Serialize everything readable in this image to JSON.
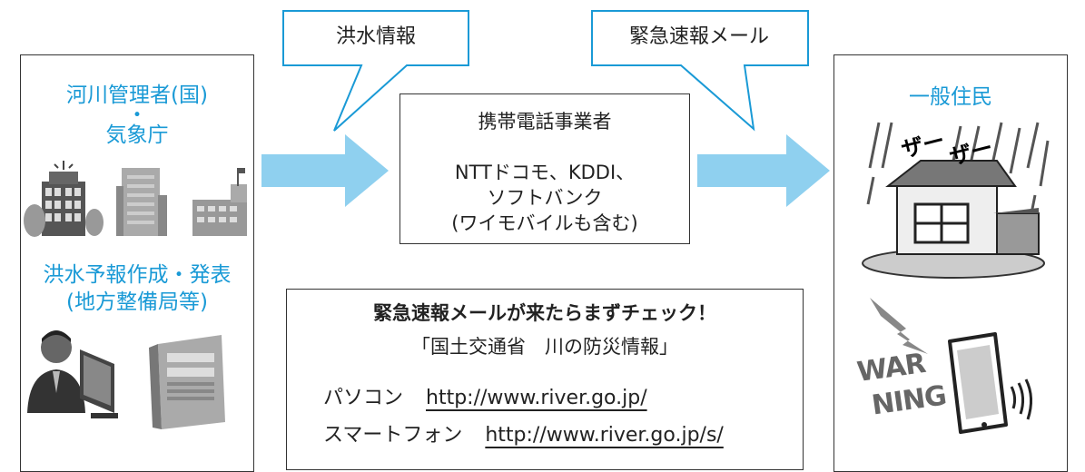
{
  "left_panel": {
    "title_line1": "河川管理者(国)",
    "title_dot": "・",
    "title_line2": "気象庁",
    "forecast_line1": "洪水予報作成・発表",
    "forecast_line2": "(地方整備局等)"
  },
  "bubble_flood": {
    "label": "洪水情報"
  },
  "bubble_alert": {
    "label": "緊急速報メール"
  },
  "carrier_box": {
    "title": "携帯電話事業者",
    "line1": "NTTドコモ、KDDI、",
    "line2": "ソフトバンク",
    "line3": "(ワイモバイルも含む)"
  },
  "info_box": {
    "headline": "緊急速報メールが来たらまずチェック！",
    "site_name": "「国土交通省　川の防災情報」",
    "pc_label": "パソコン",
    "pc_url": "http://www.river.go.jp/",
    "sp_label": "スマートフォン",
    "sp_url": "http://www.river.go.jp/s/"
  },
  "right_panel": {
    "title": "一般住民",
    "rain_text1": "ザー",
    "rain_text2": "ザー",
    "warning_text1": "WAR",
    "warning_text2": "NING"
  },
  "colors": {
    "accent": "#1a9ad6",
    "arrow": "#8fd0ef",
    "bubble_fill": "#ffffff",
    "bubble_border": "#1a9ad6"
  }
}
